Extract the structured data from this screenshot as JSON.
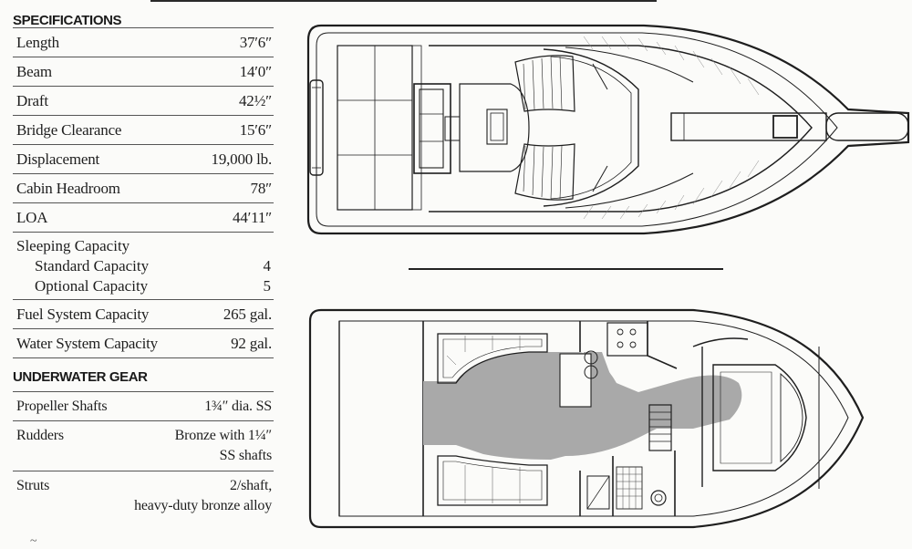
{
  "specifications": {
    "heading": "SPECIFICATIONS",
    "rows": [
      {
        "label": "Length",
        "value": "37′6″"
      },
      {
        "label": "Beam",
        "value": "14′0″"
      },
      {
        "label": "Draft",
        "value": "42½″"
      },
      {
        "label": "Bridge Clearance",
        "value": "15′6″"
      },
      {
        "label": "Displacement",
        "value": "19,000 lb."
      },
      {
        "label": "Cabin Headroom",
        "value": "78″"
      },
      {
        "label": "LOA",
        "value": "44′11″"
      }
    ],
    "sleeping": {
      "label": "Sleeping Capacity",
      "standard_label": "Standard Capacity",
      "standard_value": "4",
      "optional_label": "Optional Capacity",
      "optional_value": "5"
    },
    "rows2": [
      {
        "label": "Fuel System Capacity",
        "value": "265 gal."
      },
      {
        "label": "Water System Capacity",
        "value": "92 gal."
      }
    ]
  },
  "underwater": {
    "heading": "UNDERWATER GEAR",
    "propeller_label": "Propeller Shafts",
    "propeller_value": "1¾″ dia. SS",
    "rudders_label": "Rudders",
    "rudders_value_1": "Bronze with 1¼″",
    "rudders_value_2": "SS shafts",
    "struts_label": "Struts",
    "struts_value_1": "2/shaft,",
    "struts_value_2": "heavy-duty bronze alloy"
  },
  "footer_mark": "~",
  "colors": {
    "ink": "#1e1e1e",
    "floor": "#a9a9a9",
    "paper": "#fbfbf9"
  }
}
